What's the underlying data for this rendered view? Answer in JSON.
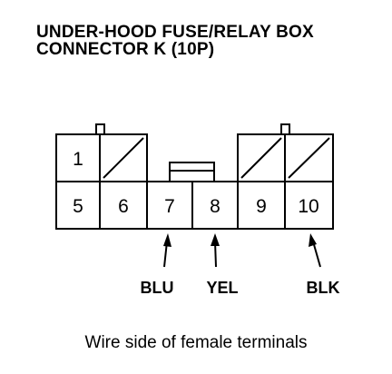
{
  "header": {
    "title_line1": "UNDER-HOOD FUSE/RELAY BOX",
    "title_line2": "CONNECTOR K (10P)"
  },
  "connector": {
    "top_row": [
      {
        "label": "1",
        "empty": false
      },
      {
        "label": "",
        "empty": true
      },
      {
        "label": "",
        "empty": true
      },
      {
        "label": "",
        "empty": true
      },
      {
        "label": "",
        "empty": true
      }
    ],
    "bottom_row": [
      "5",
      "6",
      "7",
      "8",
      "9",
      "10"
    ]
  },
  "wires": [
    {
      "terminal": "7",
      "color_name": "BLU"
    },
    {
      "terminal": "8",
      "color_name": "YEL"
    },
    {
      "terminal": "10",
      "color_name": "BLK"
    }
  ],
  "caption": "Wire side of female terminals"
}
